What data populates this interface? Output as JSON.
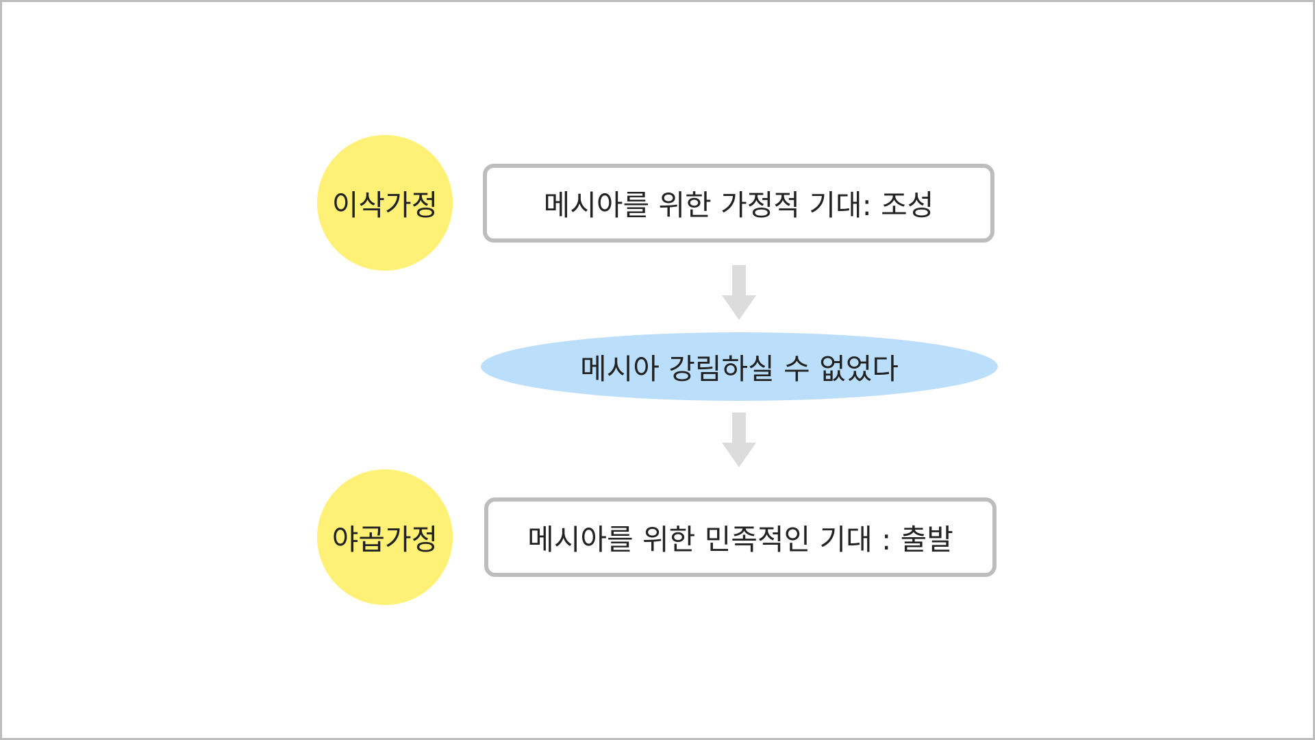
{
  "nodes": {
    "era1_label": "이삭가정",
    "era1_box": "메시아를 위한 가정적 기대: 조성",
    "event": "메시아 강림하실 수 없었다",
    "era2_label": "야곱가정",
    "era2_box": "메시아를 위한 민족적인 기대 : 출발"
  },
  "colors": {
    "circle": "#fff176",
    "ellipse": "#bbdefb",
    "border": "#bdbdbd",
    "arrow": "#dcdcdc"
  }
}
